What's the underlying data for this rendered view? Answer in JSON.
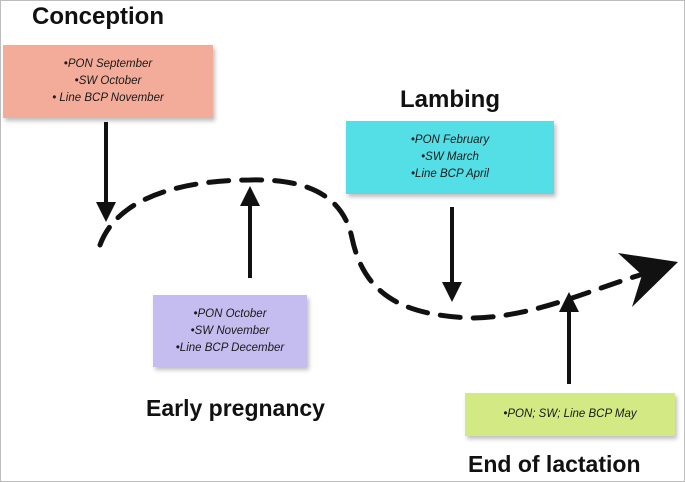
{
  "stages": {
    "conception": {
      "title": "Conception",
      "color": "#f4ac9a",
      "lines": [
        "•PON September",
        "•SW October",
        "• Line BCP November"
      ]
    },
    "lambing": {
      "title": "Lambing",
      "color": "#54dee5",
      "lines": [
        "•PON February",
        "•SW March",
        "•Line BCP April"
      ]
    },
    "early_pregnancy": {
      "title": "Early pregnancy",
      "color": "#c5bdef",
      "lines": [
        "•PON October",
        "•SW November",
        "•Line BCP December"
      ]
    },
    "end_of_lactation": {
      "title": "End of lactation",
      "color": "#d3ea84",
      "lines": [
        "•PON; SW; Line BCP May"
      ]
    }
  }
}
